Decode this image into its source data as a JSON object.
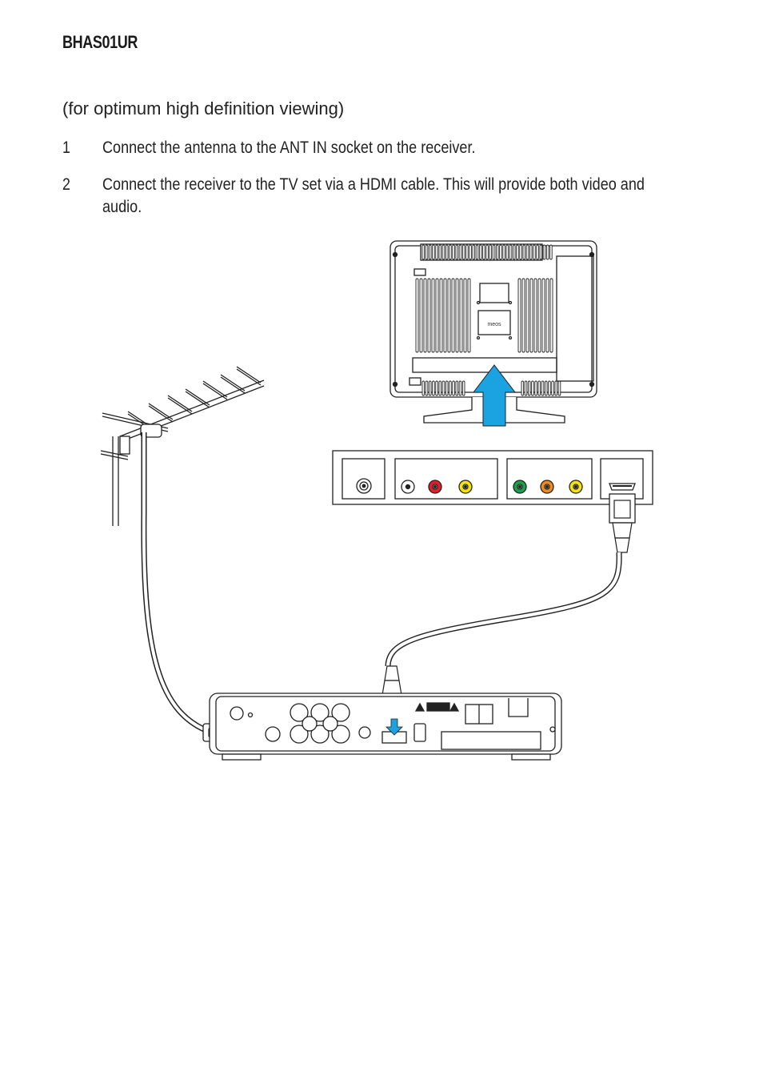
{
  "header": {
    "model": "BHAS01UR"
  },
  "section": {
    "subtitle": "(for optimum high definition viewing)"
  },
  "steps": [
    {
      "number": "1",
      "text": "Connect the antenna to the ANT IN socket on the receiver."
    },
    {
      "number": "2",
      "text": "Connect the receiver to the TV set via a HDMI cable. This will provide both video and audio."
    }
  ],
  "diagram": {
    "tv_label": "meos",
    "colors": {
      "arrow": "#1aa3e0",
      "red": "#e41c2c",
      "yellow": "#f5e400",
      "green": "#17a34a",
      "orange": "#f08a1c"
    }
  }
}
